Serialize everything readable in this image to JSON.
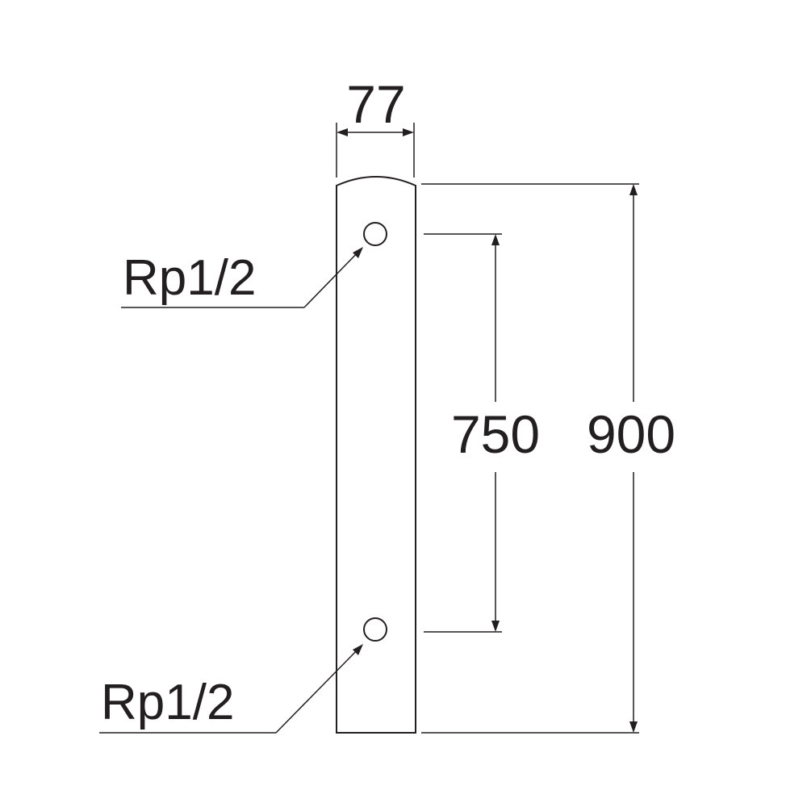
{
  "diagram": {
    "dimensions": {
      "width": "77",
      "hole_spacing": "750",
      "total_height": "900"
    },
    "labels": {
      "top_hole": "Rp1/2",
      "bottom_hole": "Rp1/2"
    },
    "colors": {
      "line": "#231f20",
      "background": "#ffffff"
    }
  }
}
